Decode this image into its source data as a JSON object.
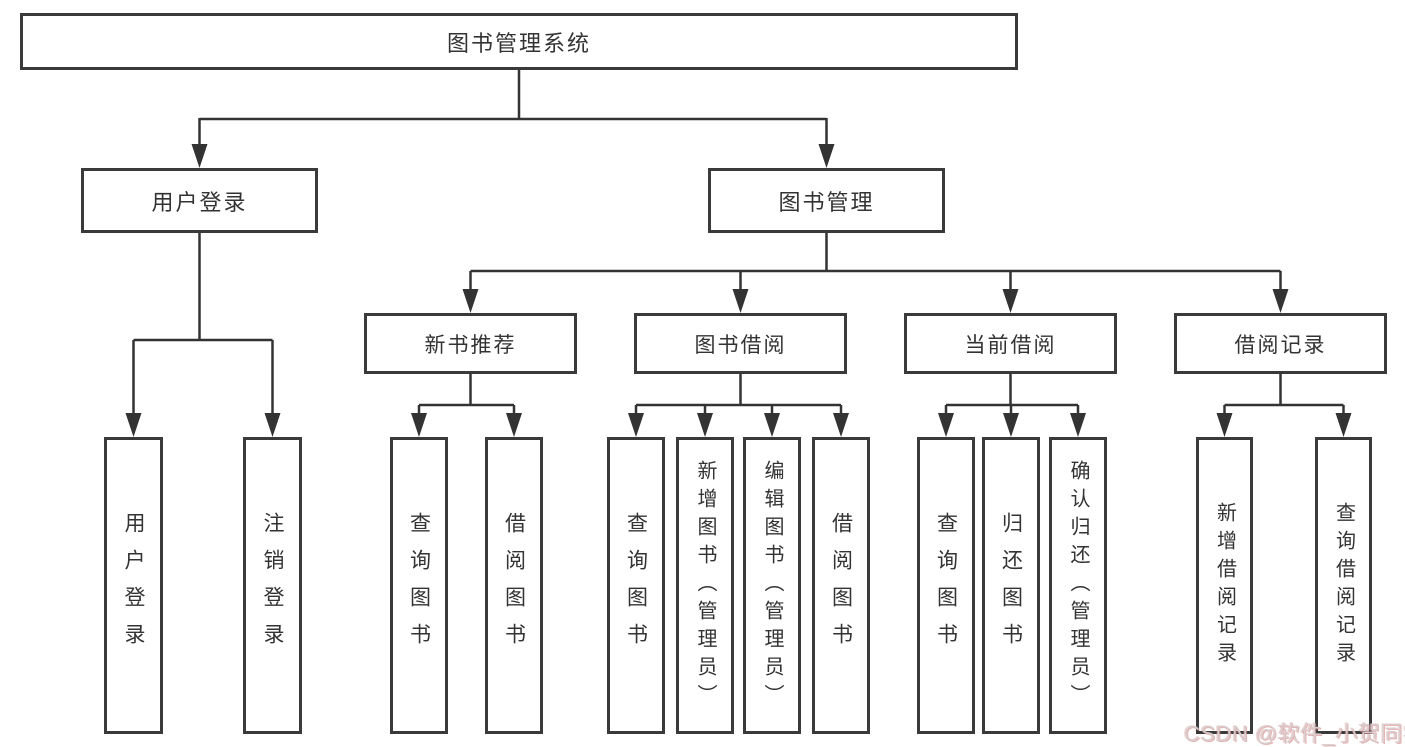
{
  "diagram": {
    "root": {
      "label": "图书管理系统"
    },
    "branches": [
      {
        "label": "用户登录",
        "children": [
          "用户登录",
          "注销登录"
        ]
      },
      {
        "label": "图书管理",
        "children": [
          {
            "label": "新书推荐",
            "children": [
              "查询图书",
              "借阅图书"
            ]
          },
          {
            "label": "图书借阅",
            "children": [
              "查询图书",
              "新增图书（管理员）",
              "编辑图书（管理员）",
              "借阅图书"
            ]
          },
          {
            "label": "当前借阅",
            "children": [
              "查询图书",
              "归还图书",
              "确认归还（管理员）"
            ]
          },
          {
            "label": "借阅记录",
            "children": [
              "新增借阅记录",
              "查询借阅记录"
            ]
          }
        ]
      }
    ]
  },
  "watermark": {
    "text": "CSDN @软件_小贺同学"
  },
  "colors": {
    "line": "#333333",
    "box_border": "#3a3a3a",
    "text": "#333333",
    "background": "#ffffff",
    "watermark_pink": "#d98c8c",
    "watermark_gray": "#d8cece"
  }
}
